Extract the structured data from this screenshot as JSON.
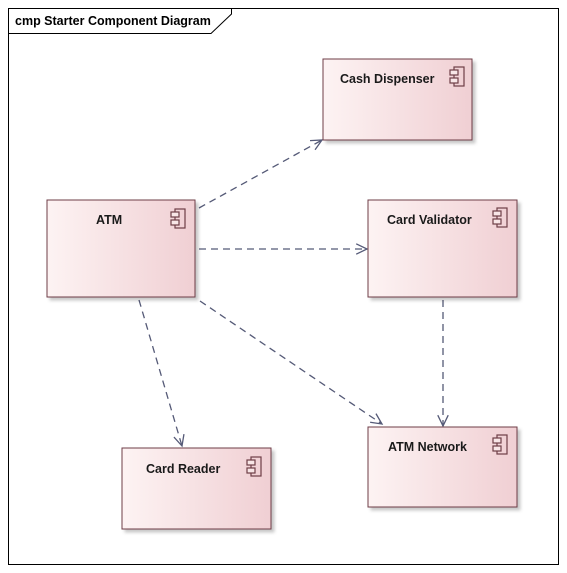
{
  "diagram": {
    "frame_title": "cmp Starter Component Diagram",
    "components": [
      {
        "id": "atm",
        "label": "ATM",
        "icon": "component-icon"
      },
      {
        "id": "cash-dispenser",
        "label": "Cash Dispenser",
        "icon": "component-icon"
      },
      {
        "id": "card-validator",
        "label": "Card Validator",
        "icon": "component-icon"
      },
      {
        "id": "atm-network",
        "label": "ATM Network",
        "icon": "component-icon"
      },
      {
        "id": "card-reader",
        "label": "Card Reader",
        "icon": "component-icon"
      }
    ],
    "dependencies": [
      {
        "from": "atm",
        "to": "cash-dispenser"
      },
      {
        "from": "atm",
        "to": "card-validator"
      },
      {
        "from": "atm",
        "to": "atm-network"
      },
      {
        "from": "atm",
        "to": "card-reader"
      },
      {
        "from": "card-validator",
        "to": "atm-network"
      }
    ],
    "colors": {
      "component_fill_light": "#fbeeee",
      "component_fill_dark": "#f0cfd2",
      "component_border": "#6e3e46",
      "arrow": "#555a77",
      "frame_border": "#000000"
    }
  }
}
